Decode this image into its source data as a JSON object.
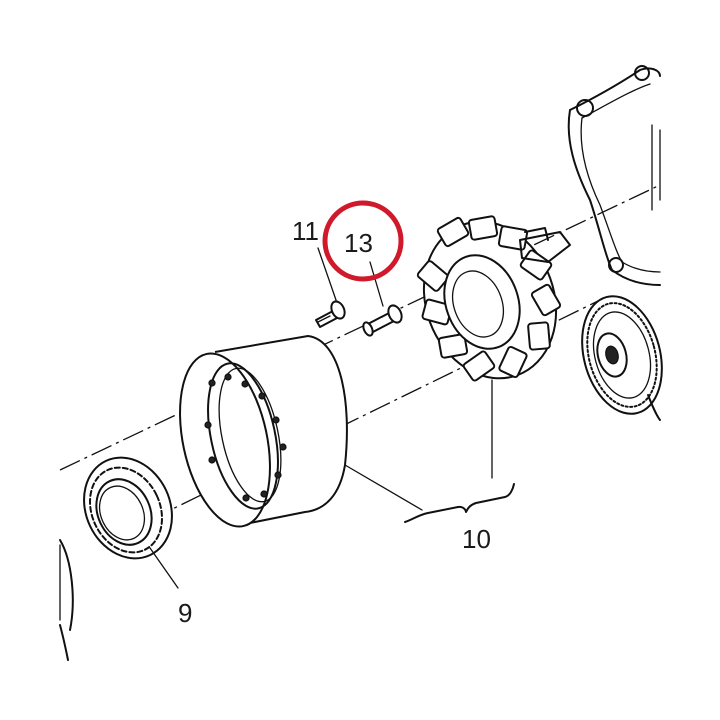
{
  "callouts": {
    "part_9": "9",
    "part_10": "10",
    "part_11": "11",
    "part_13": "13"
  },
  "highlight": {
    "target": "13",
    "color": "#d0192b"
  }
}
